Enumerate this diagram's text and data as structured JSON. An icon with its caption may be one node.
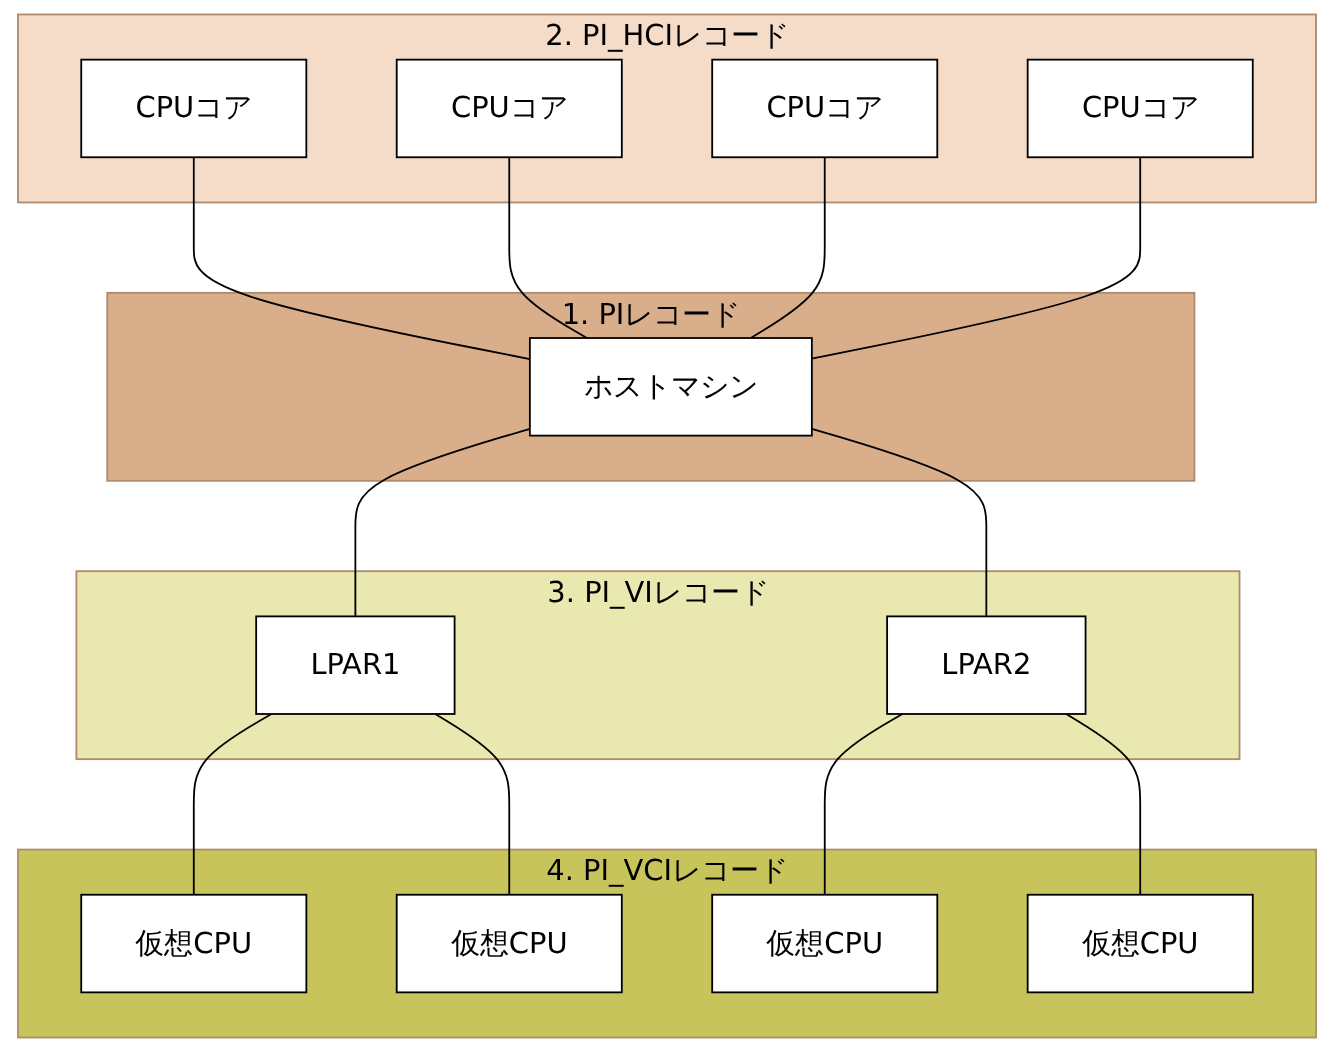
{
  "diagram": {
    "nodes": [
      {
        "text": [
          "2. PI_HCIレコード"
        ]
      },
      {
        "text": [
          "CPUコア"
        ],
        "in": 0
      },
      {
        "text": [
          "CPUコア"
        ],
        "in": 0
      },
      {
        "text": [
          "CPUコア"
        ],
        "in": 0
      },
      {
        "text": [
          "CPUコア"
        ],
        "in": 0
      },
      {
        "text": [
          "1. PIレコード"
        ]
      },
      {
        "text": [
          "ホストマシン"
        ],
        "in": 5
      },
      {
        "text": [
          "3. PI_VIレコード"
        ]
      },
      {
        "text": [
          "LPAR1"
        ],
        "in": 7
      },
      {
        "text": [
          "LPAR2"
        ],
        "in": 7
      },
      {
        "text": [
          "4. PI_VCIレコード"
        ]
      },
      {
        "text": [
          "仮想CPU"
        ],
        "in": 10
      },
      {
        "text": [
          "仮想CPU"
        ],
        "in": 10
      },
      {
        "text": [
          "仮想CPU"
        ],
        "in": 10
      },
      {
        "text": [
          "仮想CPU"
        ],
        "in": 10
      }
    ],
    "edges": [
      {
        "from": 1,
        "to": 6,
        "arrow": "none"
      },
      {
        "from": 2,
        "to": 6,
        "arrow": "none"
      },
      {
        "from": 3,
        "to": 6,
        "arrow": "none"
      },
      {
        "from": 4,
        "to": 6,
        "arrow": "none"
      },
      {
        "from": 6,
        "to": 8,
        "arrow": "none"
      },
      {
        "from": 6,
        "to": 9,
        "arrow": "none"
      },
      {
        "from": 8,
        "to": 11,
        "arrow": "none"
      },
      {
        "from": 8,
        "to": 12,
        "arrow": "none"
      },
      {
        "from": 9,
        "to": 13,
        "arrow": "none"
      },
      {
        "from": 9,
        "to": 14,
        "arrow": "none"
      }
    ]
  }
}
